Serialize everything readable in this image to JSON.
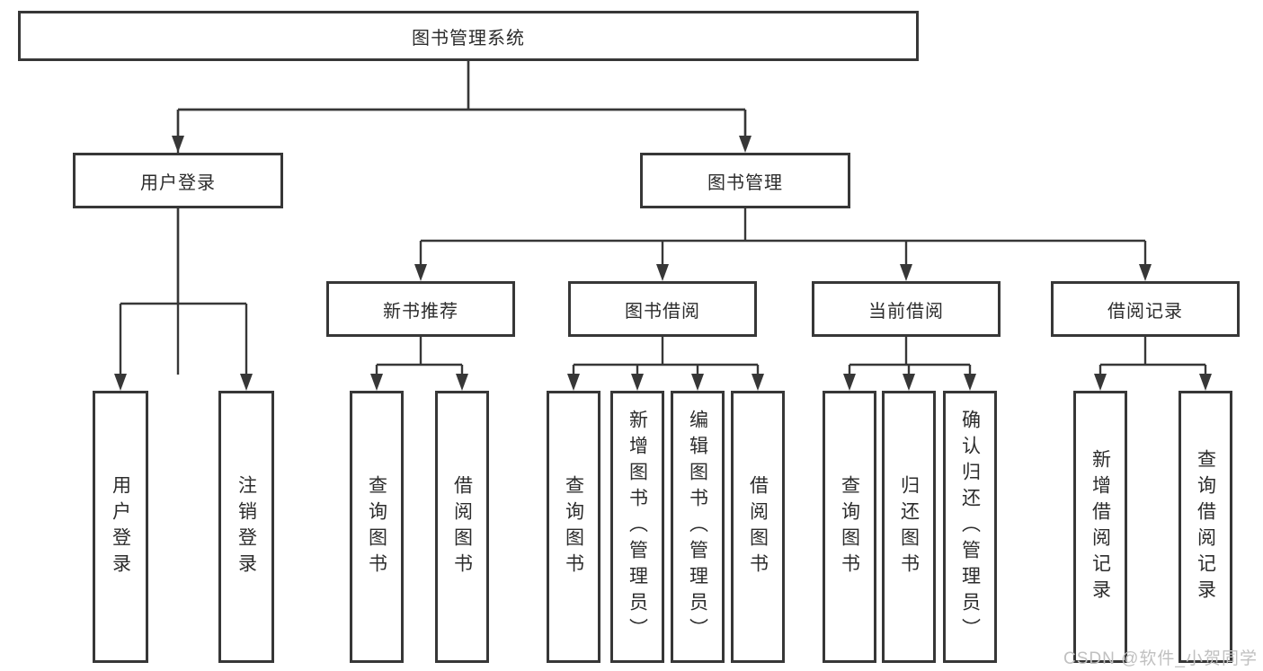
{
  "tree": {
    "label": "图书管理系统",
    "children": [
      {
        "label": "用户登录",
        "children": [
          {
            "label": "用户登录"
          },
          {
            "label": "注销登录"
          }
        ]
      },
      {
        "label": "图书管理",
        "children": [
          {
            "label": "新书推荐",
            "children": [
              {
                "label": "查询图书"
              },
              {
                "label": "借阅图书"
              }
            ]
          },
          {
            "label": "图书借阅",
            "children": [
              {
                "label": "查询图书"
              },
              {
                "label": "新增图书（管理员）"
              },
              {
                "label": "编辑图书（管理员）"
              },
              {
                "label": "借阅图书"
              }
            ]
          },
          {
            "label": "当前借阅",
            "children": [
              {
                "label": "查询图书"
              },
              {
                "label": "归还图书"
              },
              {
                "label": "确认归还（管理员）"
              }
            ]
          },
          {
            "label": "借阅记录",
            "children": [
              {
                "label": "新增借阅记录"
              },
              {
                "label": "查询借阅记录"
              }
            ]
          }
        ]
      }
    ]
  },
  "watermark": {
    "text": "CSDN @软件_小贺同学"
  },
  "colors": {
    "line": "#373737",
    "border": "#373737",
    "text": "#2c2c2c",
    "watermark": "#c0c0c0",
    "background": "#ffffff"
  }
}
